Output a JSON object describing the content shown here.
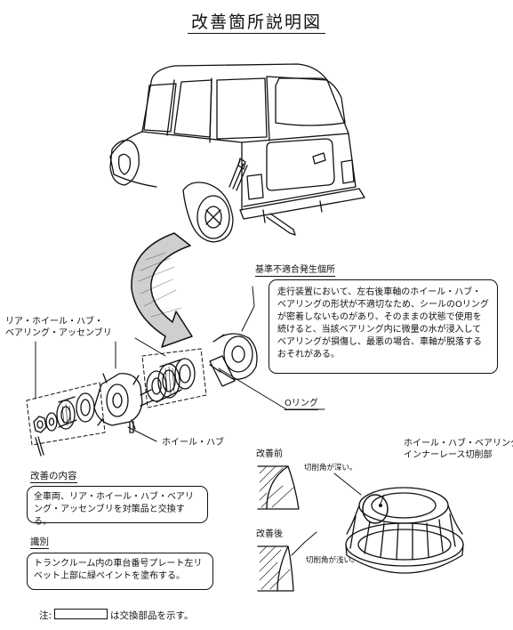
{
  "title": "改善箇所説明図",
  "labels": {
    "noncompliance": "基準不適合発生個所",
    "assembly": "リア・ホイール・ハブ・\nベアリング・アッセンブリ",
    "oring": "Oリング",
    "hub": "ホイール・ハブ",
    "cut": "ホイール・ハブ・ベアリング\nインナーレース切削部",
    "before": "改善前",
    "after": "改善後",
    "deep": "切削角が深い。",
    "shallow": "切削角が浅い。"
  },
  "description": "走行装置において、左右後車軸のホイール・ハブ・ベアリングの形状が不適切なため、シールのOリングが密着しないものがあり、そのままの状態で使用を続けると、当該ベアリング内に微量の水が浸入してベアリングが損傷し、最悪の場合、車軸が脱落するおそれがある。",
  "improvement": {
    "heading": "改善の内容",
    "text": "全車両、リア・ホイール・ハブ・ベアリング・アッセンブリを対策品と交換する。"
  },
  "identification": {
    "heading": "識別",
    "text": "トランクルーム内の車台番号プレート左リベット上部に緑ペイントを塗布する。"
  },
  "note": {
    "prefix": "注:",
    "suffix": "は交換部品を示す。"
  }
}
